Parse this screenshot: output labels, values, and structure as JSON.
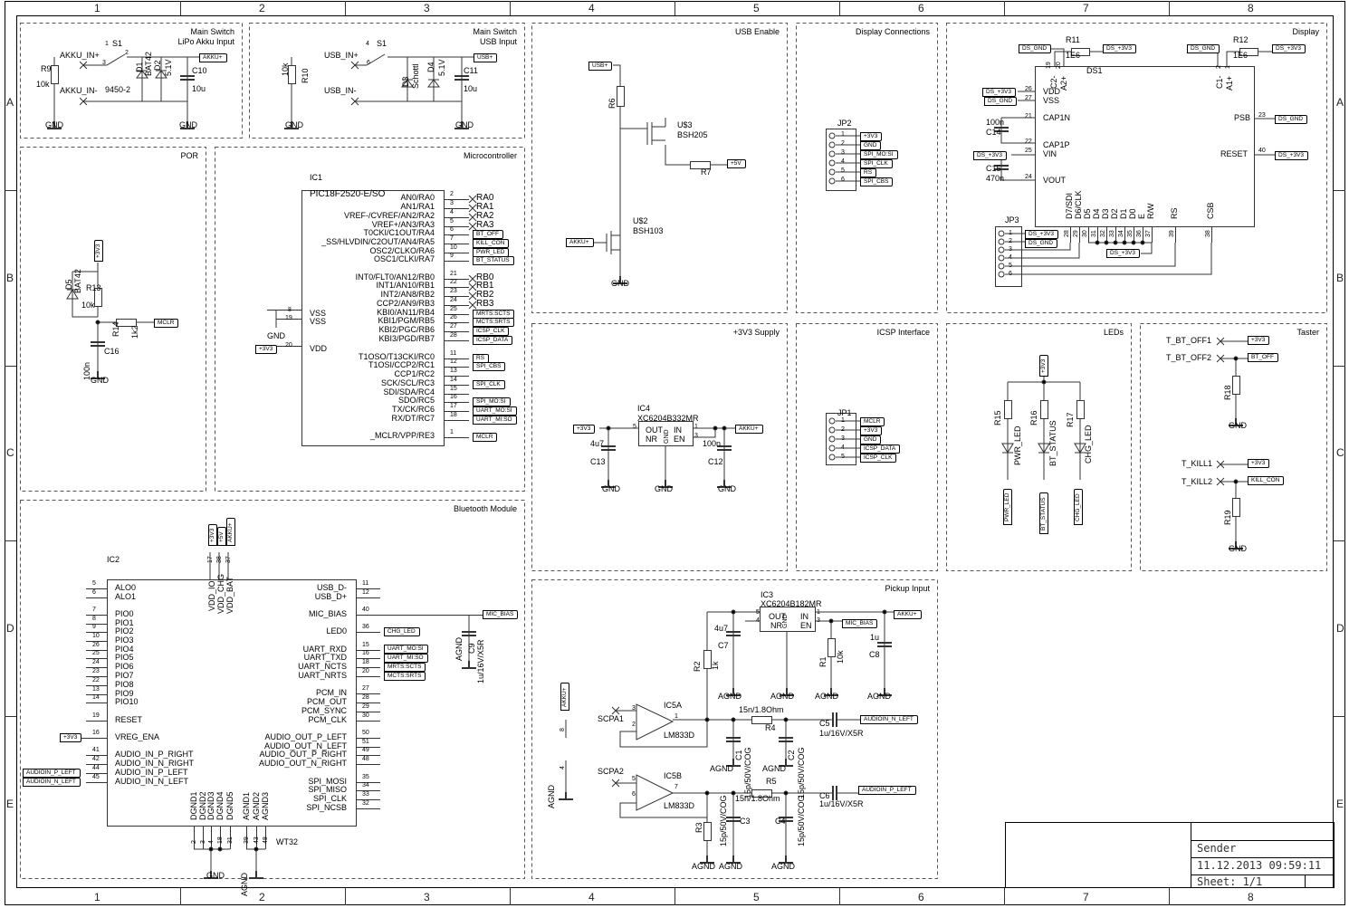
{
  "frame": {
    "columns": [
      "1",
      "2",
      "3",
      "4",
      "5",
      "6",
      "7",
      "8"
    ],
    "rows": [
      "A",
      "B",
      "C",
      "D",
      "E"
    ]
  },
  "title_block": {
    "name": "Sender",
    "date": "11.12.2013 09:59:11",
    "sheet": "Sheet: 1/1"
  },
  "sections": {
    "lipo": {
      "title": [
        "Main Switch",
        "LiPo Akku Input"
      ],
      "labels": [
        "AKKU_IN+",
        "S1",
        "1",
        "2",
        "3",
        "R9",
        "10k",
        "D1",
        "BAT42",
        "D2",
        "5.1V",
        "C10",
        "10u",
        "9450-2",
        "AKKU_IN-",
        "GND",
        "GND"
      ],
      "nets": [
        "AKKU+"
      ]
    },
    "usb": {
      "title": [
        "Main Switch",
        "USB Input"
      ],
      "labels": [
        "USB_IN+",
        "S1",
        "4",
        "6",
        "R10",
        "10k",
        "D3",
        "Schottl",
        "D4",
        "5.1V",
        "C11",
        "10u",
        "USB_IN-",
        "GND",
        "GND"
      ],
      "nets": [
        "USB+"
      ]
    },
    "usb_enable": {
      "title": [
        "USB Enable"
      ],
      "labels": [
        "R6",
        "U$3",
        "BSH205",
        "R7",
        "U$2",
        "BSH103",
        "GND"
      ],
      "nets": [
        "USB+",
        "+5V",
        "AKKU+"
      ]
    },
    "display_conn": {
      "title": [
        "Display Connections"
      ],
      "labels": [
        "JP2",
        "1",
        "2",
        "3",
        "4",
        "5",
        "6"
      ],
      "nets": [
        "+3V3",
        "GND",
        "SPI_MO:SI",
        "SPI_CLK",
        "RS",
        "SPI_CBS"
      ]
    },
    "display": {
      "title": [
        "Display"
      ],
      "labels": [
        "R11",
        "1E6",
        "R12",
        "1E6",
        "DS1",
        "19",
        "20",
        "C2-",
        "A2+",
        "2",
        "1",
        "C1-",
        "A1+",
        "VDD",
        "VSS",
        "26",
        "27",
        "CAP1N",
        "21",
        "100n",
        "C14",
        "CAP1P",
        "22",
        "VIN",
        "25",
        "C15",
        "470n",
        "VOUT",
        "24",
        "PSB",
        "23",
        "RESET",
        "40",
        "JP3",
        "1",
        "2",
        "3",
        "4",
        "5",
        "6"
      ],
      "nets": [
        "DS_GND",
        "DS_+3V3",
        "DS_GND",
        "DS_+3V3",
        "DS_+3V3",
        "DS_GND",
        "DS_+3V3",
        "DS_GND",
        "DS_+3V3",
        "DS_+3V3",
        "DS_GND",
        "DS_+3V3"
      ],
      "bottom_pins": [
        {
          "name": "D7/SDI",
          "num": "28"
        },
        {
          "name": "D6/CLK",
          "num": "29"
        },
        {
          "name": "D5",
          "num": "30"
        },
        {
          "name": "D4",
          "num": "31"
        },
        {
          "name": "D3",
          "num": "32"
        },
        {
          "name": "D2",
          "num": "33"
        },
        {
          "name": "D1",
          "num": "34"
        },
        {
          "name": "D0",
          "num": "35"
        },
        {
          "name": "E",
          "num": "36"
        },
        {
          "name": "R/W",
          "num": "37"
        },
        {
          "name": "RS",
          "num": "39"
        },
        {
          "name": "CSB",
          "num": "38"
        }
      ]
    },
    "por": {
      "title": [
        "POR"
      ],
      "labels": [
        "D5",
        "BAT42",
        "R13",
        "10k",
        "R14",
        "1k2",
        "C16",
        "100n",
        "GND"
      ],
      "nets": [
        "+3V3",
        "MCLR"
      ]
    },
    "micro": {
      "title": [
        "Microcontroller"
      ],
      "labels": [
        "IC1",
        "PIC18F2520-E/SO",
        "VSS",
        "VSS",
        "VDD",
        "8",
        "19",
        "20",
        "GND"
      ],
      "nets": [
        "+3V3"
      ],
      "pins": [
        {
          "name": "AN0/RA0",
          "num": "2",
          "nc": "RA0"
        },
        {
          "name": "AN1/RA1",
          "num": "3",
          "nc": "RA1"
        },
        {
          "name": "VREF-/CVREF/AN2/RA2",
          "num": "4",
          "nc": "RA2"
        },
        {
          "name": "VREF+/AN3/RA3",
          "num": "5",
          "nc": "RA3"
        },
        {
          "name": "T0CKI/C1OUT/RA4",
          "num": "6",
          "net": "BT_OFF"
        },
        {
          "name": "_SS/HLVDIN/C2OUT/AN4/RA5",
          "num": "7",
          "net": "KILL_CON"
        },
        {
          "name": "OSC2/CLKO/RA6",
          "num": "10",
          "net": "PWR_LED"
        },
        {
          "name": "OSC1/CLKI/RA7",
          "num": "9",
          "net": "BT_STATUS"
        },
        {
          "name": "INT0/FLT0/AN12/RB0",
          "num": "21",
          "nc": "RB0"
        },
        {
          "name": "INT1/AN10/RB1",
          "num": "22",
          "nc": "RB1"
        },
        {
          "name": "INT2/AN8/RB2",
          "num": "23",
          "nc": "RB2"
        },
        {
          "name": "CCP2/AN9/RB3",
          "num": "24",
          "nc": "RB3"
        },
        {
          "name": "KBI0/AN11/RB4",
          "num": "25",
          "net": "MRTS:SCTS"
        },
        {
          "name": "KBI1/PGM/RB5",
          "num": "26",
          "net": "MCTS:SRTS"
        },
        {
          "name": "KBI2/PGC/RB6",
          "num": "27",
          "net": "ICSP_CLK"
        },
        {
          "name": "KBI3/PGD/RB7",
          "num": "28",
          "net": "ICSP_DATA"
        },
        {
          "name": "T1OSO/T13CKI/RC0",
          "num": "11",
          "net": "RS"
        },
        {
          "name": "T1OSI/CCP2/RC1",
          "num": "12",
          "net": "SPI_CBS"
        },
        {
          "name": "CCP1/RC2",
          "num": "13"
        },
        {
          "name": "SCK/SCL/RC3",
          "num": "14",
          "net": "SPI_CLK"
        },
        {
          "name": "SDI/SDA/RC4",
          "num": "15"
        },
        {
          "name": "SDO/RC5",
          "num": "16",
          "net": "SPI_MO:SI"
        },
        {
          "name": "TX/CK/RC6",
          "num": "17",
          "net": "UART_MO:SI"
        },
        {
          "name": "RX/DT/RC7",
          "num": "18",
          "net": "UART_MI:SO"
        },
        {
          "name": "_MCLR/VPP/RE3",
          "num": "1",
          "net": "MCLR"
        }
      ]
    },
    "supply": {
      "title": [
        "+3V3 Supply"
      ],
      "labels": [
        "IC4",
        "XC6204B332MR",
        "OUT",
        "IN",
        "GND",
        "NR",
        "EN",
        "5",
        "1",
        "3",
        "4u7",
        "C13",
        "100n",
        "C12",
        "GND",
        "GND",
        "GND"
      ],
      "nets": [
        "+3V3",
        "AKKU+"
      ]
    },
    "icsp": {
      "title": [
        "ICSP Interface"
      ],
      "labels": [
        "JP1",
        "1",
        "2",
        "3",
        "4",
        "5"
      ],
      "nets": [
        "MCLR",
        "+3V3",
        "GND",
        "ICSP_DATA",
        "ICSP_CLK"
      ]
    },
    "leds": {
      "title": [
        "LEDs"
      ],
      "labels": [
        "R15",
        "R16",
        "R17",
        "PWR_LED",
        "BT_STATUS",
        "CHG_LED"
      ],
      "nets": [
        "+3V3",
        "PWR_LED",
        "BT_STATUS",
        "CHG_LED"
      ]
    },
    "taster": {
      "title": [
        "Taster"
      ],
      "labels": [
        "T_BT_OFF1",
        "T_BT_OFF2",
        "R18",
        "GND",
        "T_KILL1",
        "T_KILL2",
        "R19",
        "GND"
      ],
      "nets": [
        "+3V3",
        "BT_OFF",
        "+3V3",
        "KILL_CON"
      ]
    },
    "bluetooth": {
      "title": [
        "Bluetooth Module"
      ],
      "labels": [
        "IC2",
        "WT32",
        "VDD_IO",
        "VDD_CHG",
        "VDD_BAT",
        "17",
        "38",
        "37",
        "GND",
        "AGND",
        "AGND",
        "C9",
        "1u/16V/X5R"
      ],
      "nets": [
        "+3V3",
        "+5V",
        "AKKU+",
        "CHG_LED",
        "UART_MO:SI",
        "UART_MI:SO",
        "MRTS:SCTS",
        "MCTS:SRTS",
        "+3V3",
        "AUDIOIN_P_LEFT",
        "AUDIOIN_N_LEFT",
        "MIC_BIAS"
      ],
      "left_pins": [
        {
          "name": "ALO0",
          "num": "5"
        },
        {
          "name": "ALO1",
          "num": "6"
        },
        {
          "name": "PIO0",
          "num": "7"
        },
        {
          "name": "PIO1",
          "num": "8"
        },
        {
          "name": "PIO2",
          "num": "9"
        },
        {
          "name": "PIO3",
          "num": "10"
        },
        {
          "name": "PIO4",
          "num": "26"
        },
        {
          "name": "PIO5",
          "num": "25"
        },
        {
          "name": "PIO6",
          "num": "24"
        },
        {
          "name": "PIO7",
          "num": "23"
        },
        {
          "name": "PIO8",
          "num": "22"
        },
        {
          "name": "PIO9",
          "num": "13"
        },
        {
          "name": "PIO10",
          "num": "14"
        },
        {
          "name": "RESET",
          "num": "19"
        },
        {
          "name": "VREG_ENA",
          "num": "16"
        },
        {
          "name": "AUDIO_IN_P_RIGHT",
          "num": "41"
        },
        {
          "name": "AUDIO_IN_N_RIGHT",
          "num": "42"
        },
        {
          "name": "AUDIO_IN_P_LEFT",
          "num": "44"
        },
        {
          "name": "AUDIO_IN_N_LEFT",
          "num": "45"
        }
      ],
      "right_pins": [
        {
          "name": "USB_D-",
          "num": "11"
        },
        {
          "name": "USB_D+",
          "num": "12"
        },
        {
          "name": "MIC_BIAS",
          "num": "40"
        },
        {
          "name": "LED0",
          "num": "36"
        },
        {
          "name": "UART_RXD",
          "num": "15"
        },
        {
          "name": "UART_TXD",
          "num": "16"
        },
        {
          "name": "UART_NCTS",
          "num": "18"
        },
        {
          "name": "UART_NRTS",
          "num": "20"
        },
        {
          "name": "PCM_IN",
          "num": "27"
        },
        {
          "name": "PCM_OUT",
          "num": "28"
        },
        {
          "name": "PCM_SYNC",
          "num": "29"
        },
        {
          "name": "PCM_CLK",
          "num": "30"
        },
        {
          "name": "AUDIO_OUT_P_LEFT",
          "num": "50"
        },
        {
          "name": "AUDIO_OUT_N_LEFT",
          "num": "51"
        },
        {
          "name": "AUDIO_OUT_P_RIGHT",
          "num": "49"
        },
        {
          "name": "AUDIO_OUT_N_RIGHT",
          "num": "48"
        },
        {
          "name": "SPI_MOSI",
          "num": "35"
        },
        {
          "name": "SPI_MISO",
          "num": "34"
        },
        {
          "name": "SPI_CLK",
          "num": "33"
        },
        {
          "name": "SPI_NCSB",
          "num": "32"
        }
      ],
      "bottom_pins": [
        {
          "name": "DGND1",
          "num": "2"
        },
        {
          "name": "DGND2",
          "num": "3"
        },
        {
          "name": "DGND3",
          "num": "4"
        },
        {
          "name": "DGND4",
          "num": "18"
        },
        {
          "name": "DGND5",
          "num": "31"
        },
        {
          "name": "AGND1",
          "num": "39"
        },
        {
          "name": "AGND2",
          "num": "43"
        },
        {
          "name": "AGND3",
          "num": "48"
        }
      ]
    },
    "pickup": {
      "title": [
        "Pickup Input"
      ],
      "labels": [
        "IC3",
        "XC6204B182MR",
        "OUT",
        "NR",
        "GND",
        "IN",
        "EN",
        "5",
        "4",
        "1",
        "3",
        "4u7",
        "C7",
        "R2",
        "1k",
        "R1",
        "10k",
        "1u",
        "C8",
        "AGND",
        "AGND",
        "AGND",
        "AGND",
        "8",
        "4",
        "AGND",
        "SCPA1",
        "3",
        "2",
        "IC5A",
        "1",
        "LM833D",
        "15n/1.8Ohm",
        "R4",
        "C5",
        "1u/16V/X5R",
        "C1",
        "15p/50V/COG",
        "C2",
        "15p/50V/COG",
        "AGND",
        "AGND",
        "SCPA2",
        "5",
        "6",
        "IC5B",
        "7",
        "LM833D",
        "R5",
        "15n/1.8Ohm",
        "C6",
        "1u/16V/X5R",
        "R3",
        "15p/50V/COG",
        "C3",
        "C4",
        "15p/50V/COG",
        "AGND",
        "AGND",
        "AGND"
      ],
      "nets": [
        "AKKU+",
        "MIC_BIAS",
        "AUDIOIN_N_LEFT",
        "AUDIOIN_P_LEFT",
        "AKKU+"
      ]
    }
  }
}
